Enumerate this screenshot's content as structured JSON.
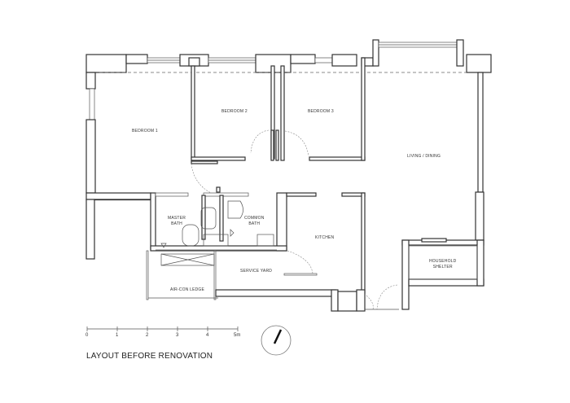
{
  "plan": {
    "title": "LAYOUT BEFORE RENOVATION",
    "rooms": {
      "bedroom1": "BEDROOM 1",
      "bedroom2": "BEDROOM 2",
      "bedroom3": "BEDROOM 3",
      "living_dining": "LIVING / DINING",
      "master_bath_line1": "MASTER",
      "master_bath_line2": "BATH",
      "common_bath_line1": "COMMON",
      "common_bath_line2": "BATH",
      "kitchen": "KITCHEN",
      "service_yard": "SERVICE YARD",
      "aircon_ledge": "AIR-CON LEDGE",
      "household_shelter_line1": "HOUSEHOLD",
      "household_shelter_line2": "SHELTER"
    },
    "scale_bar": {
      "ticks": [
        "0",
        "1",
        "2",
        "3",
        "4",
        "5m"
      ]
    },
    "north_arrow": {
      "icon": "north-arrow-icon"
    },
    "colors": {
      "wall": "#333333",
      "background": "#ffffff"
    }
  }
}
